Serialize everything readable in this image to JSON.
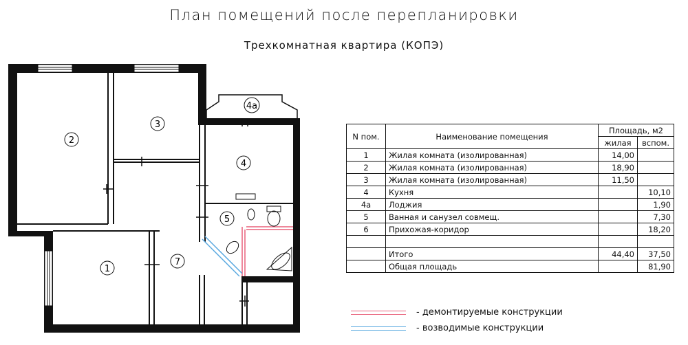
{
  "header": {
    "title": "План помещений после перепланировки",
    "subtitle": "Трехкомнатная квартира (КОПЭ)"
  },
  "plan": {
    "room_labels": [
      "1",
      "2",
      "3",
      "4",
      "4а",
      "5",
      "7"
    ]
  },
  "table": {
    "header": {
      "num": "N пом.",
      "name": "Наименование помещения",
      "area": "Площадь, м2",
      "living": "жилая",
      "aux": "вспом."
    },
    "rows": [
      {
        "num": "1",
        "name": "Жилая комната (изолированная)",
        "living": "14,00",
        "aux": ""
      },
      {
        "num": "2",
        "name": "Жилая комната (изолированная)",
        "living": "18,90",
        "aux": ""
      },
      {
        "num": "3",
        "name": "Жилая комната (изолированная)",
        "living": "11,50",
        "aux": ""
      },
      {
        "num": "4",
        "name": "Кухня",
        "living": "",
        "aux": "10,10"
      },
      {
        "num": "4а",
        "name": "Лоджия",
        "living": "",
        "aux": "1,90"
      },
      {
        "num": "5",
        "name": "Ванная и санузел совмещ.",
        "living": "",
        "aux": "7,30"
      },
      {
        "num": "6",
        "name": "Прихожая-коридор",
        "living": "",
        "aux": "18,20"
      },
      {
        "num": "",
        "name": "",
        "living": "",
        "aux": ""
      },
      {
        "num": "",
        "name": "Итого",
        "living": "44,40",
        "aux": "37,50"
      },
      {
        "num": "",
        "name": "Общая площадь",
        "living": "",
        "aux": "81,90"
      }
    ]
  },
  "legend": {
    "items": [
      {
        "color": "#e8607a",
        "label": "- демонтируемые конструкции"
      },
      {
        "color": "#5aa9e0",
        "label": "- возводимые конструкции"
      }
    ]
  }
}
